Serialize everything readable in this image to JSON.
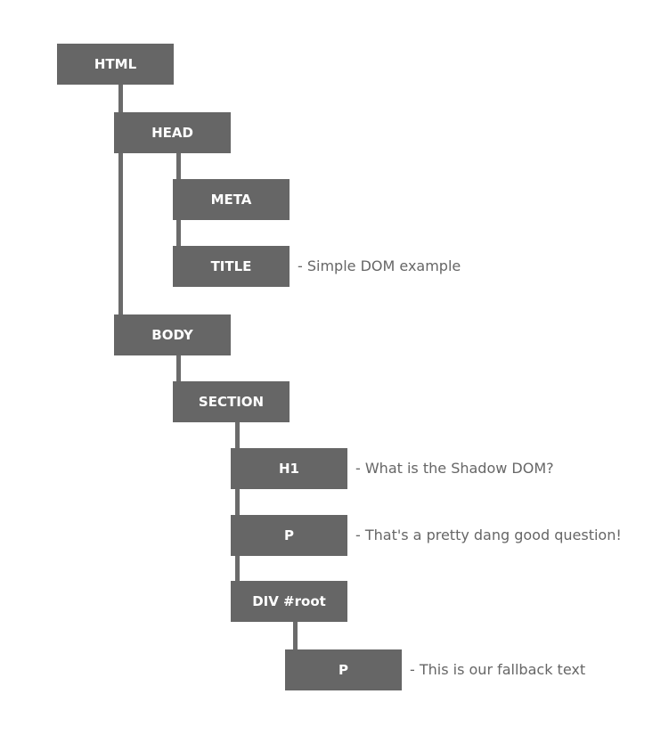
{
  "colors": {
    "node_fill": "#666666",
    "node_text": "#ffffff",
    "connector": "#6b6b6b",
    "note_text": "#666666"
  },
  "nodes": [
    {
      "label": "HTML"
    },
    {
      "label": "HEAD"
    },
    {
      "label": "META"
    },
    {
      "label": "TITLE",
      "note": "- Simple DOM example"
    },
    {
      "label": "BODY"
    },
    {
      "label": "SECTION"
    },
    {
      "label": "H1",
      "note": "- What is the Shadow DOM?"
    },
    {
      "label": "P",
      "note": "- That's a pretty dang good question!"
    },
    {
      "label": "DIV #root"
    },
    {
      "label": "P",
      "note": "- This is our fallback text"
    }
  ]
}
